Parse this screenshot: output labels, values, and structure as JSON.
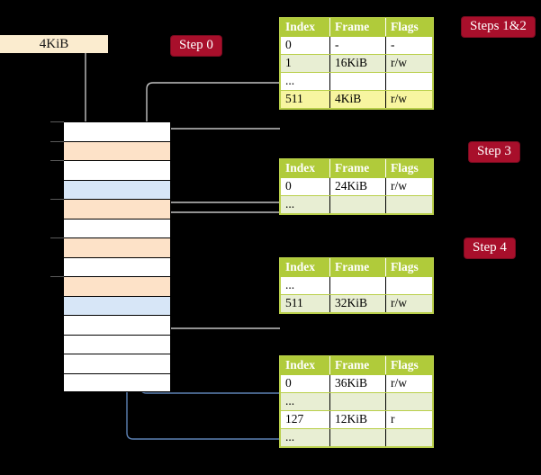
{
  "diagram": {
    "title_labels": {
      "size_label": "4KiB",
      "step0": "Step 0",
      "steps12": "Steps 1&2",
      "step3": "Step 3",
      "step4": "Step 4"
    },
    "columns": [
      "Index",
      "Frame",
      "Flags"
    ],
    "tables": [
      {
        "name": "level0-page-table",
        "rows": [
          {
            "index": "0",
            "frame": "-",
            "flags": "-",
            "style": "plain",
            "highlight": false
          },
          {
            "index": "1",
            "frame": "16KiB",
            "flags": "r/w",
            "style": "alt",
            "highlight": false
          },
          {
            "index": "...",
            "frame": "",
            "flags": "",
            "style": "plain",
            "highlight": false
          },
          {
            "index": "511",
            "frame": "4KiB",
            "flags": "r/w",
            "style": "alt",
            "highlight": true
          }
        ]
      },
      {
        "name": "level1-page-table",
        "rows": [
          {
            "index": "0",
            "frame": "24KiB",
            "flags": "r/w",
            "style": "plain",
            "highlight": false
          },
          {
            "index": "...",
            "frame": "",
            "flags": "",
            "style": "alt",
            "highlight": false
          }
        ]
      },
      {
        "name": "level2-page-table",
        "rows": [
          {
            "index": "...",
            "frame": "",
            "flags": "",
            "style": "plain",
            "highlight": false
          },
          {
            "index": "511",
            "frame": "32KiB",
            "flags": "r/w",
            "style": "alt",
            "highlight": false
          }
        ]
      },
      {
        "name": "level3-page-table",
        "rows": [
          {
            "index": "0",
            "frame": "36KiB",
            "flags": "r/w",
            "style": "plain",
            "highlight": false
          },
          {
            "index": "...",
            "frame": "",
            "flags": "",
            "style": "alt",
            "highlight": false
          },
          {
            "index": "127",
            "frame": "12KiB",
            "flags": "r",
            "style": "plain",
            "highlight": false
          },
          {
            "index": "...",
            "frame": "",
            "flags": "",
            "style": "alt",
            "highlight": false
          }
        ]
      }
    ],
    "memory_frames": [
      {
        "i": 0,
        "fill": "white",
        "tick": true
      },
      {
        "i": 1,
        "fill": "orange",
        "tick": true
      },
      {
        "i": 2,
        "fill": "white",
        "tick": true
      },
      {
        "i": 3,
        "fill": "blue",
        "tick": false
      },
      {
        "i": 4,
        "fill": "orange",
        "tick": true
      },
      {
        "i": 5,
        "fill": "white",
        "tick": false
      },
      {
        "i": 6,
        "fill": "orange",
        "tick": true
      },
      {
        "i": 7,
        "fill": "white",
        "tick": false
      },
      {
        "i": 8,
        "fill": "orange",
        "tick": true
      },
      {
        "i": 9,
        "fill": "blue",
        "tick": false
      },
      {
        "i": 10,
        "fill": "white",
        "tick": false
      },
      {
        "i": 11,
        "fill": "white",
        "tick": false
      },
      {
        "i": 12,
        "fill": "white",
        "tick": false
      },
      {
        "i": 13,
        "fill": "white",
        "tick": false
      }
    ],
    "colors": {
      "badge": "#a80f2b",
      "table_header": "#b0cb3a",
      "table_alt_row": "#e8eed3",
      "highlight": "#f7f5a0",
      "frame_orange": "#fde2c8",
      "frame_blue": "#d7e6f7",
      "size_label_bg": "#fbeccf",
      "grey_wire": "#b5b5b5",
      "blue_wire": "#6e8fbf",
      "background": "#000000"
    }
  }
}
